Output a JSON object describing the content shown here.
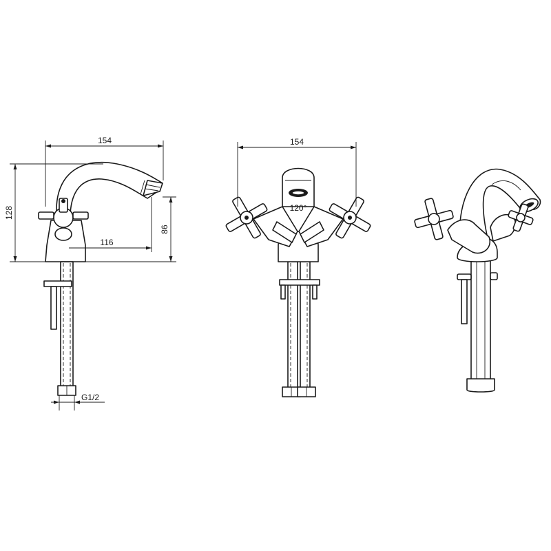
{
  "dimensions": {
    "side_width": "154",
    "front_width": "154",
    "height": "128",
    "spout_height": "86",
    "spout_reach": "116",
    "thread": "G1/2",
    "swivel_angle": "120°"
  }
}
